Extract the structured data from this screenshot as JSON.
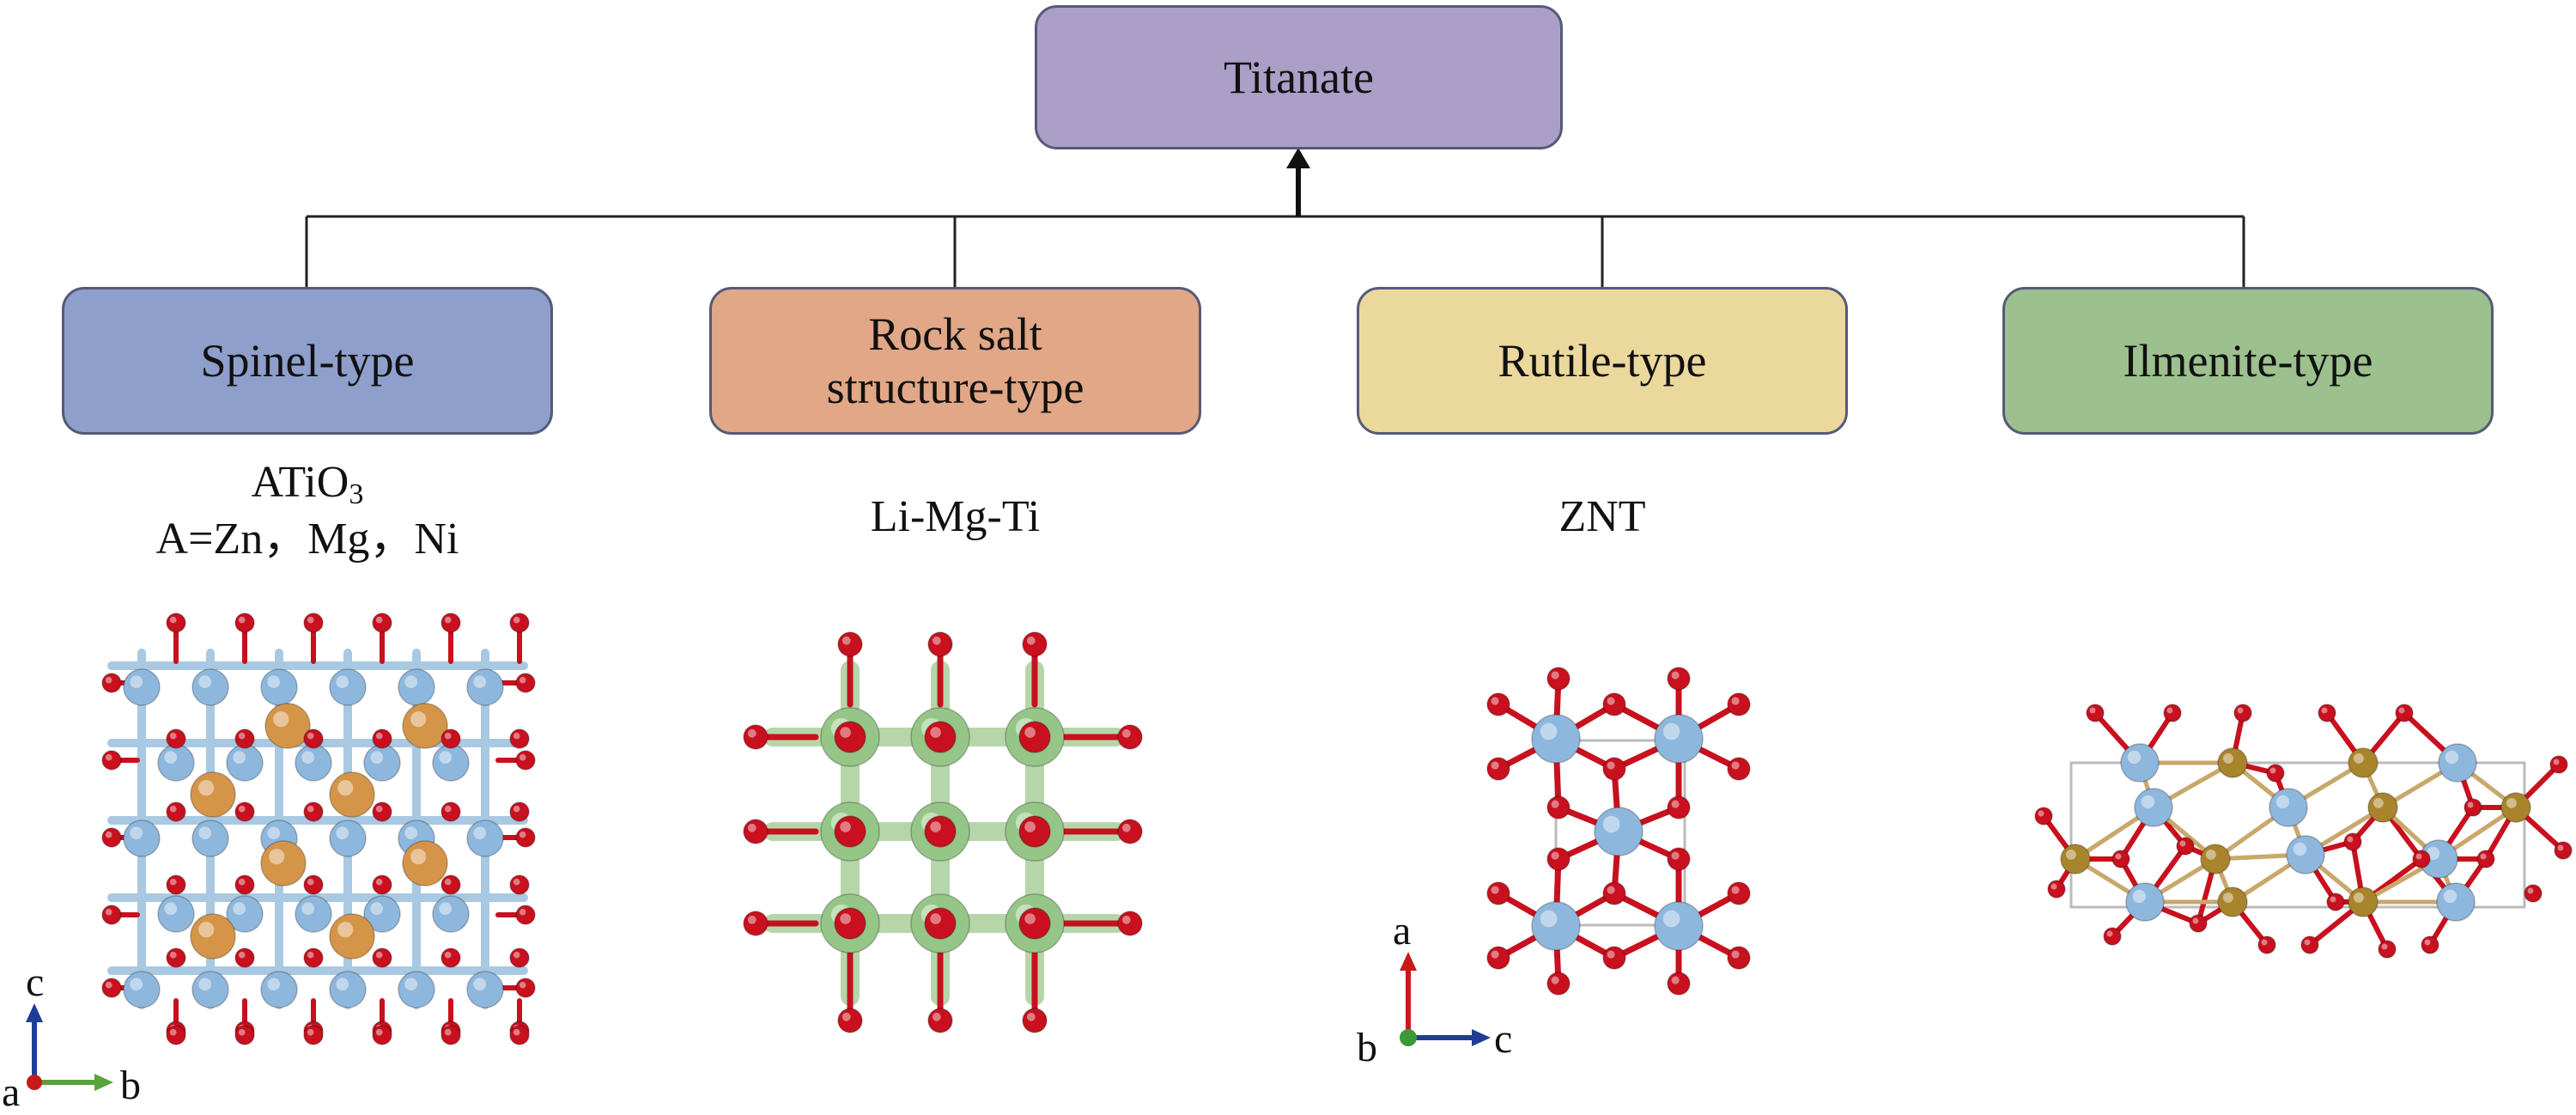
{
  "root": {
    "label": "Titanate"
  },
  "categories": [
    {
      "id": "spinel",
      "label": "Spinel-type",
      "formula_main": "ATiO",
      "formula_sub": "3",
      "formula_line2": "A=Zn，Mg，Ni"
    },
    {
      "id": "rocksalt",
      "label_line1": "Rock salt",
      "label_line2": "structure-type",
      "formula": "Li-Mg-Ti"
    },
    {
      "id": "rutile",
      "label": "Rutile-type",
      "formula": "ZNT"
    },
    {
      "id": "ilmenite",
      "label": "Ilmenite-type"
    }
  ],
  "axes": {
    "spinel": {
      "vertical": "c",
      "horizontal": "b",
      "origin": "a"
    },
    "rutile": {
      "vertical": "a",
      "horizontal": "c",
      "origin": "b"
    }
  },
  "colors": {
    "red_atom": "#c8101e",
    "blue_atom": "#8eb7dd",
    "orange_atom": "#d59548",
    "green_atom": "#95c688",
    "bronze_atom": "#a8842c",
    "axis_red": "#c81a1a",
    "axis_blue": "#1f3d98",
    "axis_green": "#5aa33a"
  }
}
